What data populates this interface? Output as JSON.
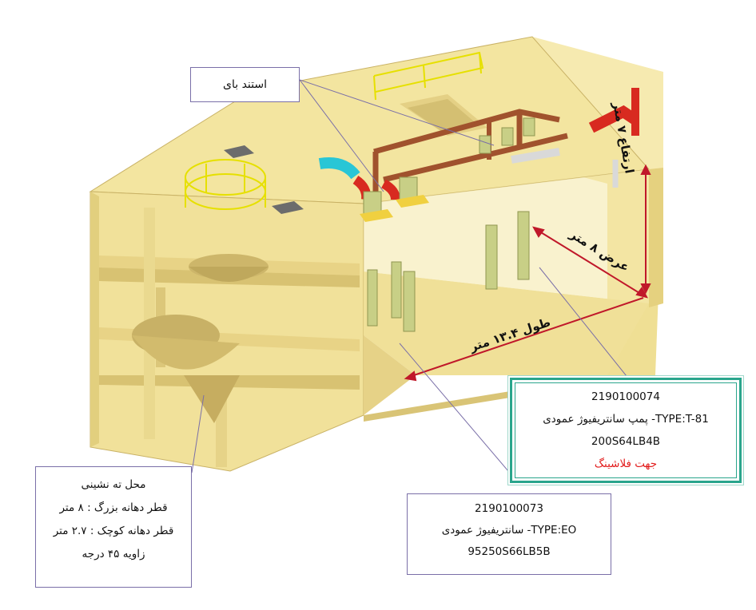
{
  "colors": {
    "structure": "#f3e5a0",
    "structure_shade": "#e2cf7e",
    "structure_dark": "#c9b266",
    "pump_green": "#c8cf86",
    "pipe_brown": "#a0522d",
    "pipe_red": "#d82a20",
    "pipe_cyan": "#29c6d6",
    "railing_yellow": "#e6e000",
    "dimension_line": "#c0182a",
    "leader_line": "#7a6fa8",
    "highlight_border": "#2aa58c",
    "accent_text": "#e21b1b"
  },
  "dimensions": {
    "height": "ارتفاع ۷ متر",
    "width": "عرض ۸ متر",
    "length": "طول ۱۳.۴ متر"
  },
  "callouts": {
    "stand": {
      "text": "استند بای"
    },
    "pump_flushing": {
      "code": "2190100074",
      "line2": "TYPE:T-81- پمپ سانتریفیوژ عمودی",
      "line3": "200S64LB4B",
      "line4": "جهت فلاشینگ"
    },
    "pump_vertical": {
      "code": "2190100073",
      "line2": "TYPE:EO- سانتریفیوژ عمودی",
      "line3": "95250S66LB5B"
    },
    "settling": {
      "line1": "محل ته نشینی",
      "line2": "قطر دهانه بزرگ : ۸ متر",
      "line3": "قطر دهانه کوچک : ۲.۷ متر",
      "line4": "زاویه ۴۵ درجه"
    }
  }
}
